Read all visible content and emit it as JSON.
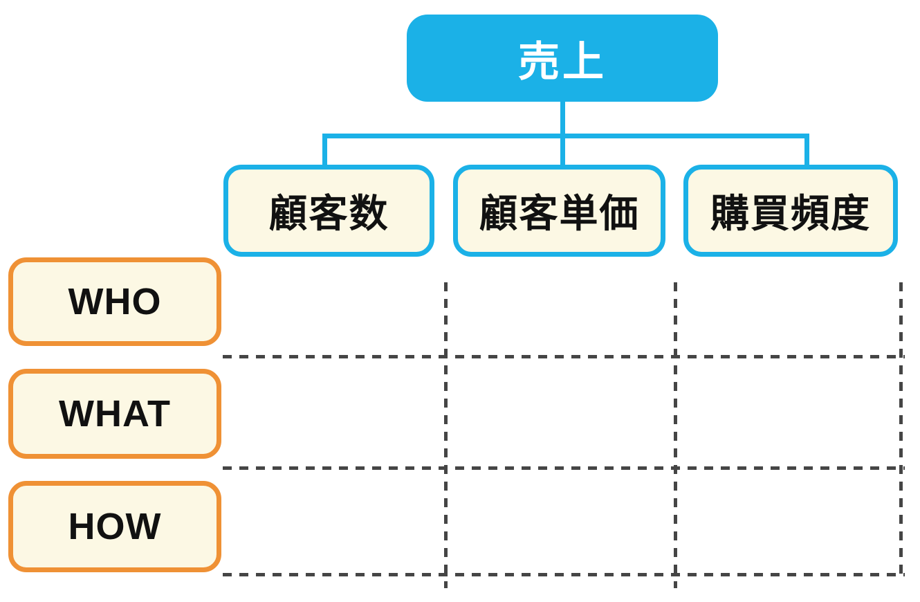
{
  "diagram": {
    "title_node": {
      "label": "売上"
    },
    "factor_nodes": [
      {
        "label": "顧客数"
      },
      {
        "label": "顧客単価"
      },
      {
        "label": "購買頻度"
      }
    ],
    "row_nodes": [
      {
        "label": "WHO"
      },
      {
        "label": "WHAT"
      },
      {
        "label": "HOW"
      }
    ],
    "colors": {
      "accent_cyan": "#1BB1E7",
      "node_fill_cream": "#FCF8E4",
      "accent_orange": "#EF9135",
      "grid_line": "#454545",
      "text_dark": "#111111",
      "title_text": "#FFFFFF"
    }
  }
}
